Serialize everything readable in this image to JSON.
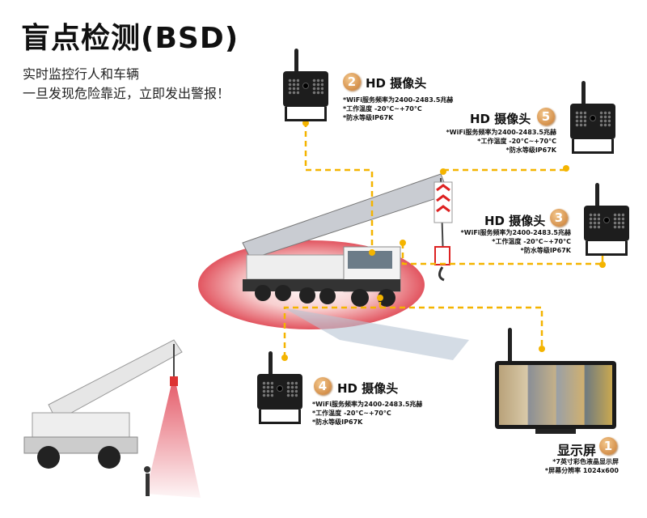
{
  "header": {
    "title": "盲点检测(BSD)",
    "subtitle_line1": "实时监控行人和车辆",
    "subtitle_line2": "一旦发现危险靠近，立即发出警报！"
  },
  "cameras": [
    {
      "number": "2",
      "label": "HD 摄像头",
      "specs": [
        "*WiFi服务频率为2400-2483.5兆赫",
        "*工作温度 -20°C~+70°C",
        "*防水等级IP67K"
      ]
    },
    {
      "number": "5",
      "label": "HD 摄像头",
      "specs": [
        "*WiFi服务频率为2400-2483.5兆赫",
        "*工作温度 -20°C~+70°C",
        "*防水等级IP67K"
      ]
    },
    {
      "number": "3",
      "label": "HD 摄像头",
      "specs": [
        "*WiFi服务频率为2400-2483.5兆赫",
        "*工作温度 -20°C~+70°C",
        "*防水等级IP67K"
      ]
    },
    {
      "number": "4",
      "label": "HD 摄像头",
      "specs": [
        "*WiFi服务频率为2400-2483.5兆赫",
        "*工作温度 -20°C~+70°C",
        "*防水等级IP67K"
      ]
    }
  ],
  "monitor": {
    "number": "1",
    "label": "显示屏",
    "specs": [
      "*7英寸彩色液晶显示屏",
      "*屏幕分辨率 1024x600"
    ]
  },
  "colors": {
    "accent": "#f4b400",
    "danger": "#e0404a",
    "badge": "#d08a40"
  }
}
